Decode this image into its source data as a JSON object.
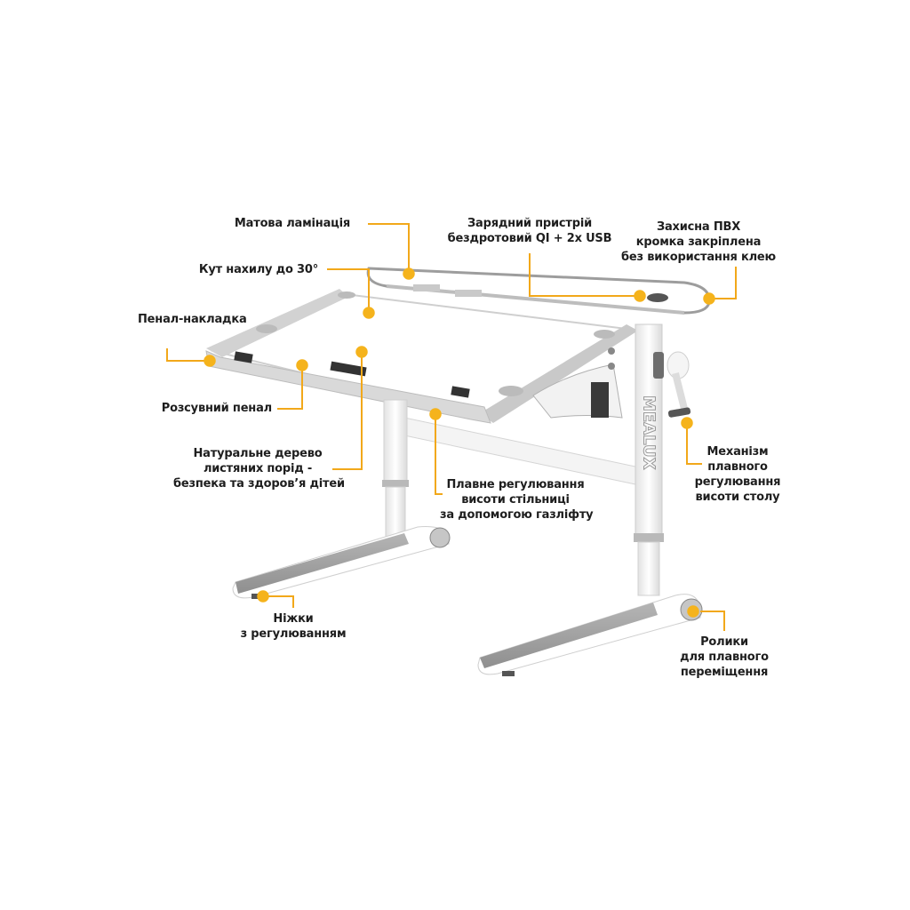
{
  "product": {
    "brand_mark": "MEALUX",
    "accent_color": "#f5b31c",
    "line_color": "#f2a81a"
  },
  "callouts": [
    {
      "id": "matte-lamination",
      "lines": [
        "Матова ламінація"
      ]
    },
    {
      "id": "tilt-angle",
      "lines": [
        "Кут нахилу до 30°"
      ]
    },
    {
      "id": "pencil-tray",
      "lines": [
        "Пенал-накладка"
      ]
    },
    {
      "id": "sliding-pencil-case",
      "lines": [
        "Розсувний пенал"
      ]
    },
    {
      "id": "natural-wood",
      "lines": [
        "Натуральне дерево",
        "листяних порід -",
        "безпека та здоров’я дітей"
      ]
    },
    {
      "id": "charger",
      "lines": [
        "Зарядний пристрій",
        "бездротовий QI + 2x USB"
      ]
    },
    {
      "id": "pvc-edge",
      "lines": [
        "Захисна ПВХ",
        "кромка закріплена",
        "без використання клею"
      ]
    },
    {
      "id": "gaslift",
      "lines": [
        "Плавне регулювання",
        "висоти стільниці",
        "за допомогою газліфту"
      ]
    },
    {
      "id": "height-mechanism",
      "lines": [
        "Механізм",
        "плавного",
        "регулювання",
        "висоти столу"
      ]
    },
    {
      "id": "adjustable-feet",
      "lines": [
        "Ніжки",
        "з регулюванням"
      ]
    },
    {
      "id": "rollers",
      "lines": [
        "Ролики",
        "для плавного",
        "переміщення"
      ]
    }
  ]
}
